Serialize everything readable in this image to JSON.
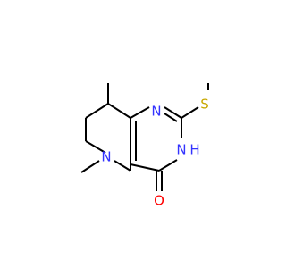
{
  "molecule": {
    "atoms": {
      "n_ring_top": {
        "label": "N",
        "color": "#3333ff"
      },
      "n_ring_bottom": {
        "label": "N",
        "color": "#3333ff"
      },
      "h_ring_bottom": {
        "label": "H",
        "color": "#3333ff"
      },
      "n_piperidine": {
        "label": "N",
        "color": "#3333ff"
      },
      "s_thioether": {
        "label": "S",
        "color": "#c8a800"
      },
      "o_carbonyl": {
        "label": "O",
        "color": "#ff0000"
      }
    }
  }
}
